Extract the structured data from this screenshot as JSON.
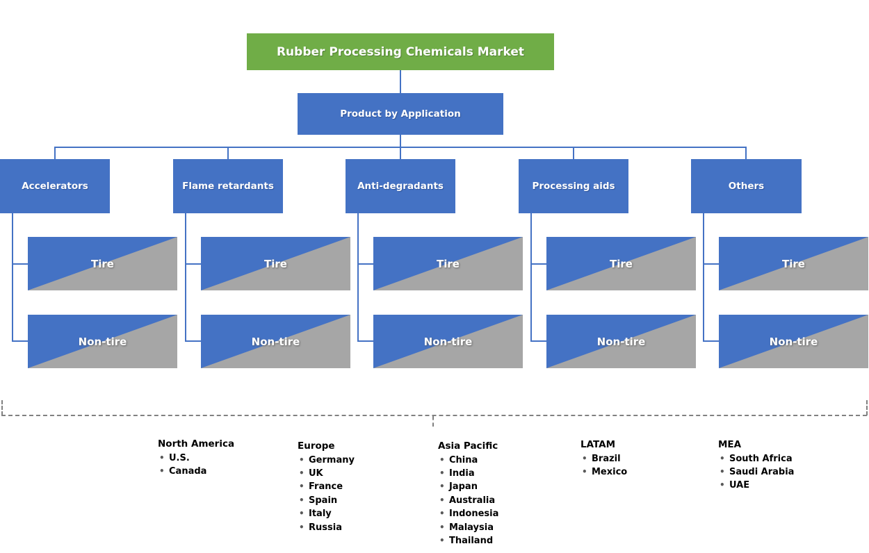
{
  "title": "Rubber Processing Chemicals Market",
  "segmentation_label": "Product by Application",
  "applications": [
    "Tire",
    "Non-tire"
  ],
  "categories": [
    {
      "label": "Accelerators"
    },
    {
      "label": "Flame retardants"
    },
    {
      "label": "Anti-degradants"
    },
    {
      "label": "Processing aids"
    },
    {
      "label": "Others"
    }
  ],
  "regions": [
    {
      "name": "North America",
      "countries": [
        "U.S.",
        "Canada"
      ]
    },
    {
      "name": "Europe",
      "countries": [
        "Germany",
        "UK",
        "France",
        "Spain",
        "Italy",
        "Russia"
      ]
    },
    {
      "name": "Asia Pacific",
      "countries": [
        "China",
        "India",
        "Japan",
        "Australia",
        "Indonesia",
        "Malaysia",
        "Thailand"
      ]
    },
    {
      "name": "LATAM",
      "countries": [
        "Brazil",
        "Mexico"
      ]
    },
    {
      "name": "MEA",
      "countries": [
        "South Africa",
        "Saudi Arabia",
        "UAE"
      ]
    }
  ],
  "bullet_char": "•",
  "colors": {
    "title_green": "#70AD47",
    "box_blue": "#4472C4",
    "split_gray": "#A6A6A6",
    "connector_blue": "#4472C4",
    "bracket_gray": "#808080"
  }
}
